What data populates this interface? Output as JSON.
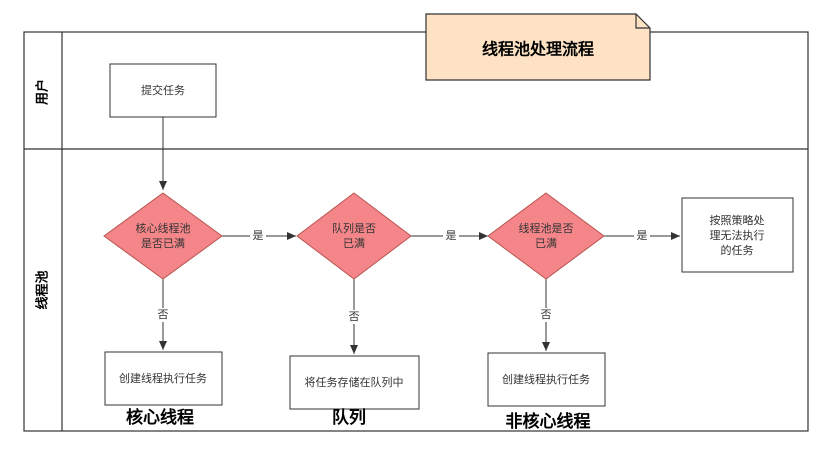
{
  "title": "线程池处理流程",
  "lanes": {
    "user": "用户",
    "pool": "线程池"
  },
  "nodes": {
    "submit": "提交任务",
    "core_full": [
      "核心线程池",
      "是否已满"
    ],
    "queue_full": [
      "队列是否",
      "已满"
    ],
    "pool_full": [
      "线程池是否",
      "已满"
    ],
    "reject": [
      "按照策略处",
      "理无法执行",
      "的任务"
    ],
    "create_core": "创建线程执行任务",
    "store_queue": "将任务存储在队列中",
    "create_noncore": "创建线程执行任务"
  },
  "edge_labels": {
    "yes": "是",
    "no": "否"
  },
  "captions": {
    "core": "核心线程",
    "queue": "队列",
    "noncore": "非核心线程"
  },
  "colors": {
    "title_fill": "#fde2c4",
    "diamond_fill": "#f4868a",
    "diamond_stroke": "#b85450",
    "line": "#333333"
  }
}
